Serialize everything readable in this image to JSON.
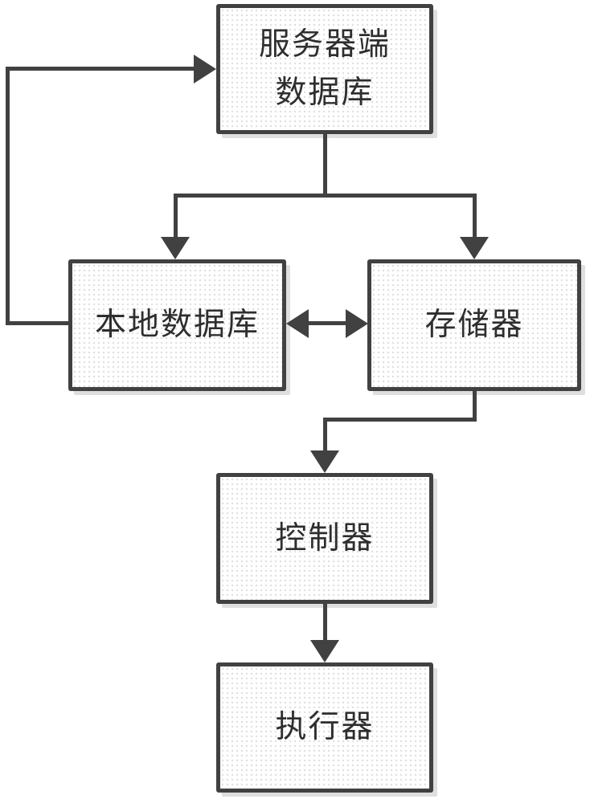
{
  "diagram": {
    "type": "flowchart",
    "nodes": {
      "server_db": {
        "label_line1": "服务器端",
        "label_line2": "数据库"
      },
      "local_db": {
        "label": "本地数据库"
      },
      "storage": {
        "label": "存储器"
      },
      "controller": {
        "label": "控制器"
      },
      "actuator": {
        "label": "执行器"
      }
    },
    "edges": [
      {
        "from": "server_db",
        "to": "local_db",
        "style": "arrow"
      },
      {
        "from": "server_db",
        "to": "storage",
        "style": "arrow"
      },
      {
        "from": "local_db",
        "to": "server_db",
        "style": "arrow",
        "note": "feedback-loop-left-side"
      },
      {
        "from": "local_db",
        "to": "storage",
        "style": "bidirectional"
      },
      {
        "from": "storage",
        "to": "controller",
        "style": "arrow"
      },
      {
        "from": "controller",
        "to": "actuator",
        "style": "arrow"
      }
    ],
    "colors": {
      "line": "#414141",
      "text": "#2e2e2e",
      "box_fill": "#ffffff",
      "background": "#ffffff"
    }
  }
}
